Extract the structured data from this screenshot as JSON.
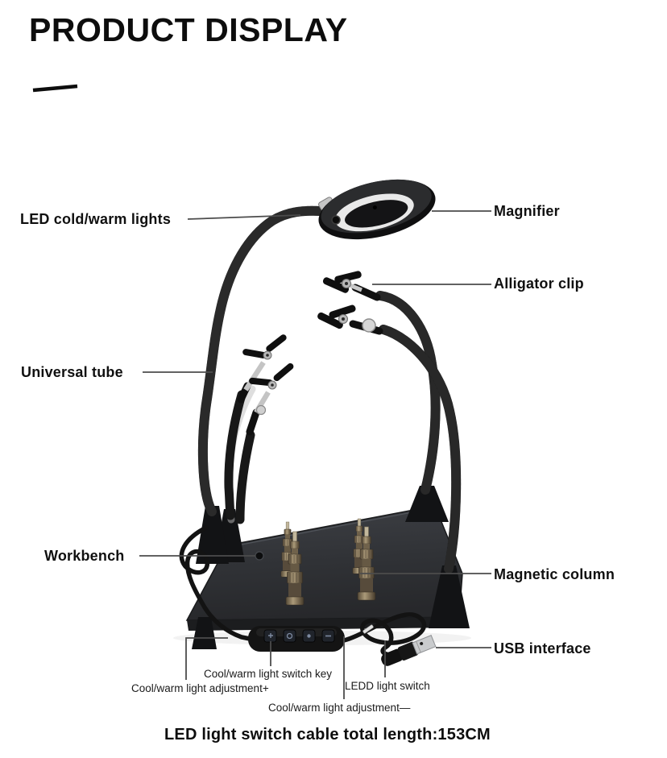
{
  "title": "PRODUCT DISPLAY",
  "callouts": {
    "led_lights": "LED cold/warm lights",
    "magnifier": "Magnifier",
    "alligator_clip": "Alligator clip",
    "universal_tube": "Universal tube",
    "workbench": "Workbench",
    "magnetic_column": "Magnetic column",
    "usb_interface": "USB interface",
    "switch_key": "Cool/warm light switch key",
    "adjustment_plus": "Cool/warm light adjustment+",
    "ledd_switch": "LEDD light switch",
    "adjustment_minus": "Cool/warm light adjustment—",
    "cable_note": "LED light switch cable total length:153CM"
  },
  "colors": {
    "background": "#ffffff",
    "ink": "#0d0d0d",
    "leader_line": "#4c4c4c",
    "workbench": "#323439",
    "gooseneck": "#181818",
    "brass_column": "#9a8a6a",
    "metal_silver": "#c9cbcd"
  }
}
